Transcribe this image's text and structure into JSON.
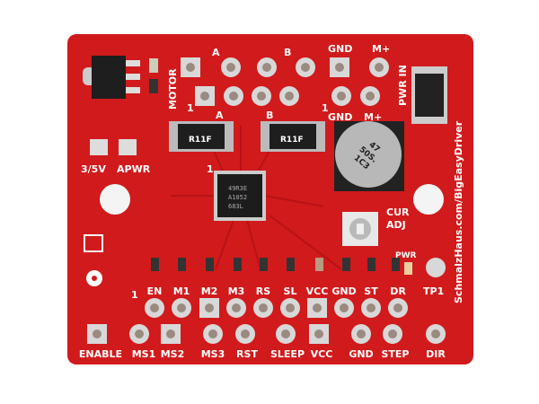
{
  "board": {
    "url_text": "SchmalzHaus.com/BigEasyDriver",
    "colors": {
      "pcb": "#d11a1c",
      "silkscreen": "#ffffff",
      "pad": "#d8d8d8",
      "background": "#ffffff"
    },
    "motor_label": "MOTOR",
    "coil_a": "A",
    "coil_b": "B",
    "pin1": "1",
    "gnd": "GND",
    "mplus": "M+",
    "pwr_in": "PWR IN",
    "jumper_label": "3/5V",
    "apwr_label": "APWR",
    "resistor_marking": "R11F",
    "cap_marking": [
      "47",
      "50S.",
      "1C3"
    ],
    "chip_marking": [
      "49R3E",
      "A1052",
      "683L"
    ],
    "cur_adj": [
      "CUR",
      "ADJ"
    ],
    "pwr_led": "PWR",
    "tp1": "TP1",
    "header_top": [
      "EN",
      "M1",
      "M2",
      "M3",
      "RS",
      "SL",
      "VCC",
      "GND",
      "ST",
      "DR"
    ],
    "header_bottom": [
      "ENABLE",
      "MS1",
      "MS2",
      "MS3",
      "RST",
      "SLEEP",
      "VCC",
      "GND",
      "STEP",
      "DIR"
    ]
  }
}
